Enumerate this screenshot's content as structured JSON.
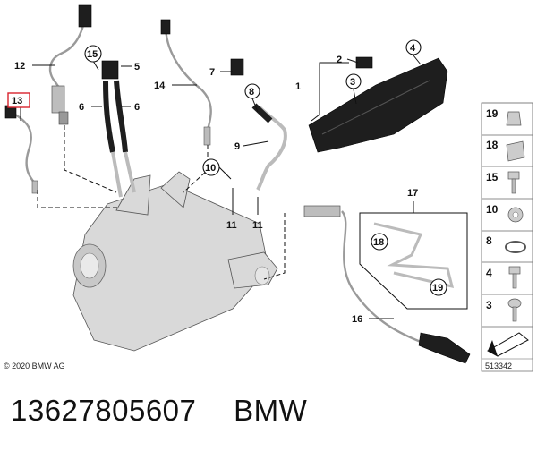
{
  "callouts": {
    "c1": "1",
    "c2": "2",
    "c3": "3",
    "c4": "4",
    "c5": "5",
    "c6a": "6",
    "c6b": "6",
    "c7": "7",
    "c8": "8",
    "c9": "9",
    "c10": "10",
    "c11a": "11",
    "c11b": "11",
    "c12": "12",
    "c13": "13",
    "c14": "14",
    "c15": "15",
    "c16": "16",
    "c17": "17",
    "c18": "18",
    "c19": "19"
  },
  "legend": [
    "19",
    "18",
    "15",
    "10",
    "8",
    "4",
    "3"
  ],
  "highlight_color": "#d9232e",
  "copyright": "© 2020 BMW AG",
  "drawing_number": "513342",
  "footer": {
    "part_number": "13627805607",
    "brand": "BMW"
  }
}
